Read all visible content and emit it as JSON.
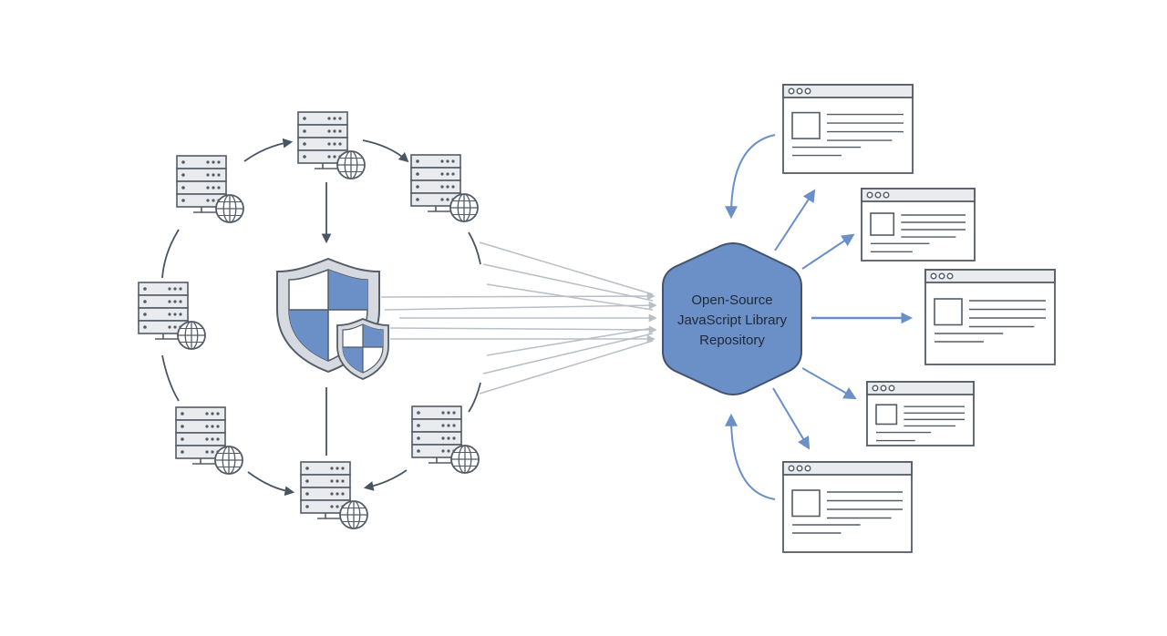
{
  "hub": {
    "lines": [
      "Open-Source",
      "JavaScript Library",
      "Repository"
    ]
  },
  "colors": {
    "accent": "#6b8fc7",
    "accent_dark": "#42536e",
    "outline": "#545c66",
    "panel": "#e9ebee",
    "connector": "#b9bfc6",
    "ring_line": "#4a5563"
  },
  "icons": {
    "server": "server-rack-icon",
    "globe": "globe-icon",
    "shield": "shield-icon",
    "browser": "browser-window-icon"
  },
  "servers": [
    {
      "id": "top"
    },
    {
      "id": "top-left"
    },
    {
      "id": "top-right"
    },
    {
      "id": "left"
    },
    {
      "id": "bottom-left"
    },
    {
      "id": "bottom-right"
    },
    {
      "id": "bottom"
    }
  ],
  "browsers": [
    {
      "id": "browser-1"
    },
    {
      "id": "browser-2"
    },
    {
      "id": "browser-3"
    },
    {
      "id": "browser-4"
    },
    {
      "id": "browser-5"
    }
  ]
}
